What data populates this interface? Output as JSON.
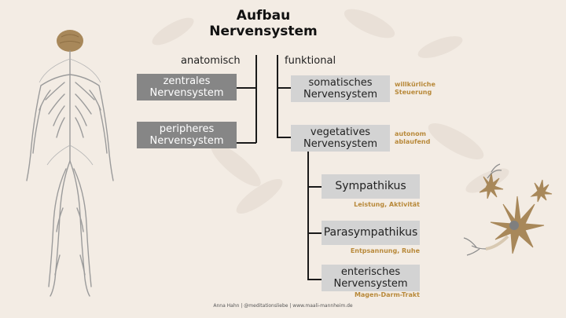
{
  "title": {
    "line1": "Aufbau",
    "line2": "Nervensystem"
  },
  "columns": {
    "anatomical": "anatomisch",
    "functional": "funktional"
  },
  "anatomical_nodes": [
    {
      "line1": "zentrales",
      "line2": "Nervensystem"
    },
    {
      "line1": "peripheres",
      "line2": "Nervensystem"
    }
  ],
  "functional_nodes": [
    {
      "line1": "somatisches",
      "line2": "Nervensystem",
      "note1": "willkürliche",
      "note2": "Steuerung"
    },
    {
      "line1": "vegetatives",
      "line2": "Nervensystem",
      "note1": "autonom",
      "note2": "ablaufend"
    }
  ],
  "vegetative_children": [
    {
      "label1": "Sympathikus",
      "label2": "",
      "note": "Leistung, Aktivität"
    },
    {
      "label1": "Parasympathikus",
      "label2": "",
      "note": "Entpsannung, Ruhe"
    },
    {
      "label1": "enterisches",
      "label2": "Nervensystem",
      "note": "Magen-Darm-Trakt"
    }
  ],
  "footer": "Anna Hahn | @meditationsliebe | www.maali-mannheim.de",
  "colors": {
    "background": "#f3ece4",
    "dark_box": "#868686",
    "light_box": "#d3d3d3",
    "accent": "#b8893a",
    "brain": "#a8885a",
    "nerve": "#9b9b9b"
  },
  "icons": [
    "brain-icon",
    "nervous-system-figure-icon",
    "neuron-cell-icon"
  ]
}
